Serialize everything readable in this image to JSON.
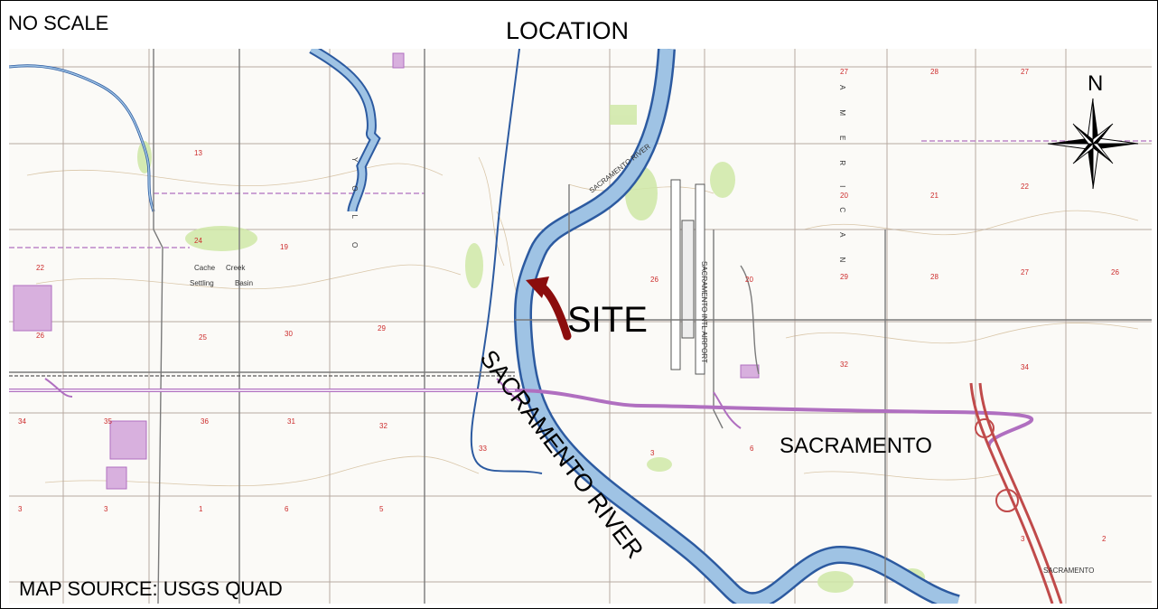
{
  "labels": {
    "no_scale": "NO SCALE",
    "title": "LOCATION",
    "map_source": "MAP SOURCE: USGS QUAD",
    "site": "SITE",
    "city": "SACRAMENTO",
    "river": "SACRAMENTO RIVER",
    "north": "N"
  },
  "map_text": {
    "basin_1": "Cache",
    "basin_2": "Creek",
    "basin_3": "Settling",
    "basin_4": "Basin",
    "vertical_american": "AMERICAN",
    "vertical_yolo": "YOLO",
    "airport": "SACRAMENTO INTL AIRPORT",
    "river_small": "SACRAMENTO RIVER",
    "sacramento_small": "SACRAMENTO"
  },
  "colors": {
    "river_fill": "#9fc3e4",
    "river_edge": "#2c5aa0",
    "highway": "#c04a4a",
    "road": "#7a7a7a",
    "purple": "#b06fc0",
    "vegetation": "#cfe8a7",
    "section_number": "#cc2b2b",
    "site_arrow": "#8b0d0d"
  },
  "icons": {
    "north_arrow": "compass-rose-icon",
    "site_arrow": "curved-arrow-icon"
  }
}
